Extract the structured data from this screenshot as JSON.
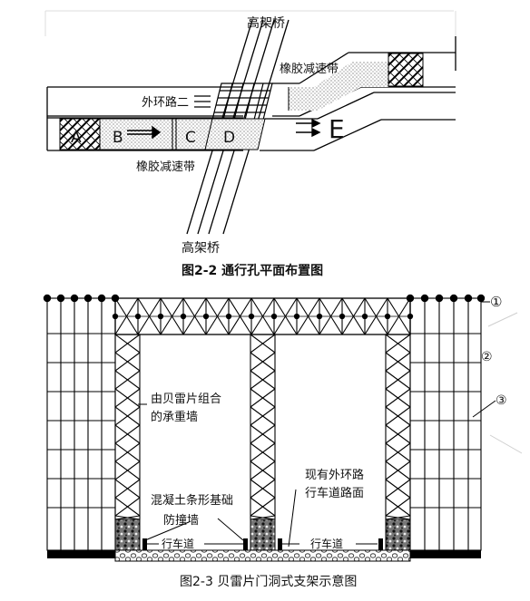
{
  "figure1": {
    "caption": "图2-2  通行孔平面布置图",
    "labels": {
      "bridge_top": "高架桥",
      "bridge_bottom": "高架桥",
      "outer_ring": "外环路二",
      "rubber_top": "橡胶减速带",
      "rubber_bottom": "橡胶减速带",
      "zone_a": "A",
      "zone_b": "B",
      "zone_c": "C",
      "zone_d": "D",
      "zone_e": "E"
    }
  },
  "figure2": {
    "caption": "图2-3  贝雷片门洞式支架示意图",
    "labels": {
      "marker_1": "①",
      "marker_2": "②",
      "marker_3": "③",
      "wall_line1": "由贝雷片组合",
      "wall_line2": "的承重墙",
      "road_line1": "现有外环路",
      "road_line2": "行车道路面",
      "base_line1": "混凝土条形基础",
      "base_line2": "防撞墙",
      "lane_left": "行车道",
      "lane_right": "行车道"
    }
  }
}
